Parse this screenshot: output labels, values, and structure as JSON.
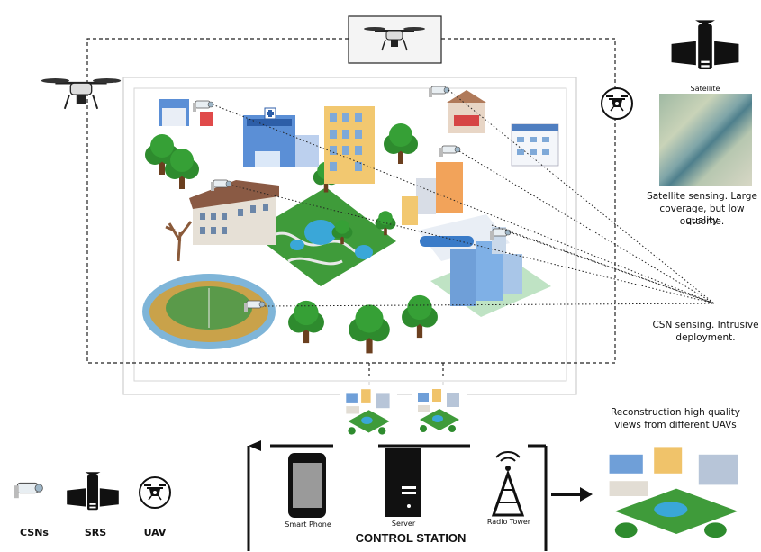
{
  "satellite": {
    "icon_label": "Satellite",
    "caption_line1": "Satellite sensing. Large",
    "caption_line2": "coverage, but low quality",
    "caption_line3": "outcome."
  },
  "csn": {
    "caption_line1": "CSN sensing. Intrusive",
    "caption_line2": "deployment."
  },
  "reconstruction": {
    "caption_line1": "Reconstruction  high quality",
    "caption_line2": "views from different UAVs"
  },
  "control_station": {
    "title": "CONTROL STATION",
    "smartphone_label": "Smart Phone",
    "server_label": "Server",
    "radio_tower_label": "Radio Tower"
  },
  "legend": {
    "csn_label": "CSNs",
    "srs_label": "SRS",
    "uav_label": "UAV"
  },
  "colors": {
    "grass": "#3f9b3a",
    "tree": "#2e8b2e",
    "water": "#3aa7d8",
    "building_blue": "#6f9fd8",
    "dark": "#111111"
  }
}
